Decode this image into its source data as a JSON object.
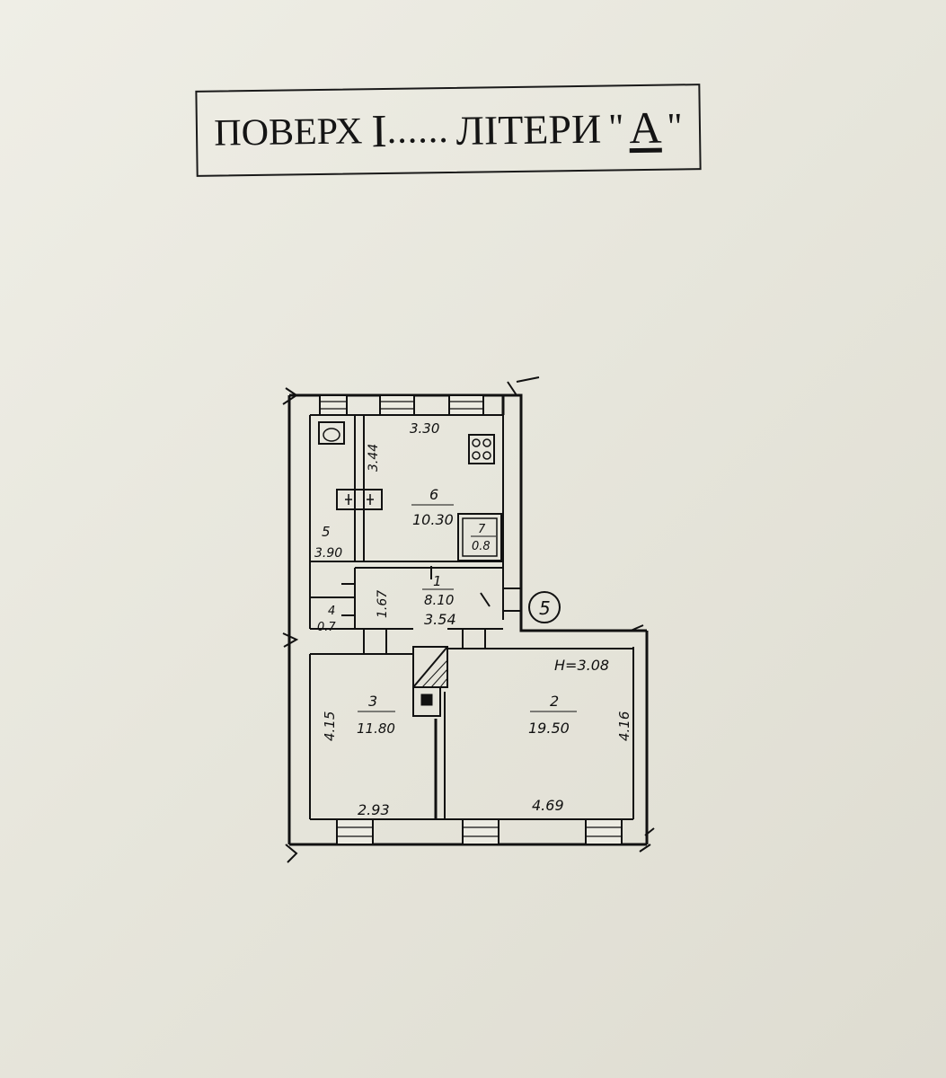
{
  "title": {
    "floor_word": "ПОВЕРХ",
    "floor_number": "I",
    "dots": "......",
    "letter_word": "ЛІТЕРИ",
    "quote_open": "\"",
    "letter": "А",
    "quote_close": "\""
  },
  "rooms": [
    {
      "number": "1",
      "area": "8.10"
    },
    {
      "number": "2",
      "area": "19.50"
    },
    {
      "number": "3",
      "area": "11.80"
    },
    {
      "number": "4",
      "area": "0.7"
    },
    {
      "number": "5",
      "area": "3.90"
    },
    {
      "number": "6",
      "area": "10.30"
    },
    {
      "number": "7",
      "area": "0.8"
    }
  ],
  "dimensions": {
    "kitchen_width": "3.30",
    "kitchen_depth": "3.44",
    "hall_width": "3.54",
    "hall_depth": "1.67",
    "room3_depth": "4.15",
    "room3_width": "2.93",
    "room2_depth": "4.16",
    "room2_width": "4.69",
    "ceiling_height": "H=3.08"
  },
  "apartment_marker": "5",
  "colors": {
    "ink": "#111111",
    "paper": "#ecebe2"
  }
}
